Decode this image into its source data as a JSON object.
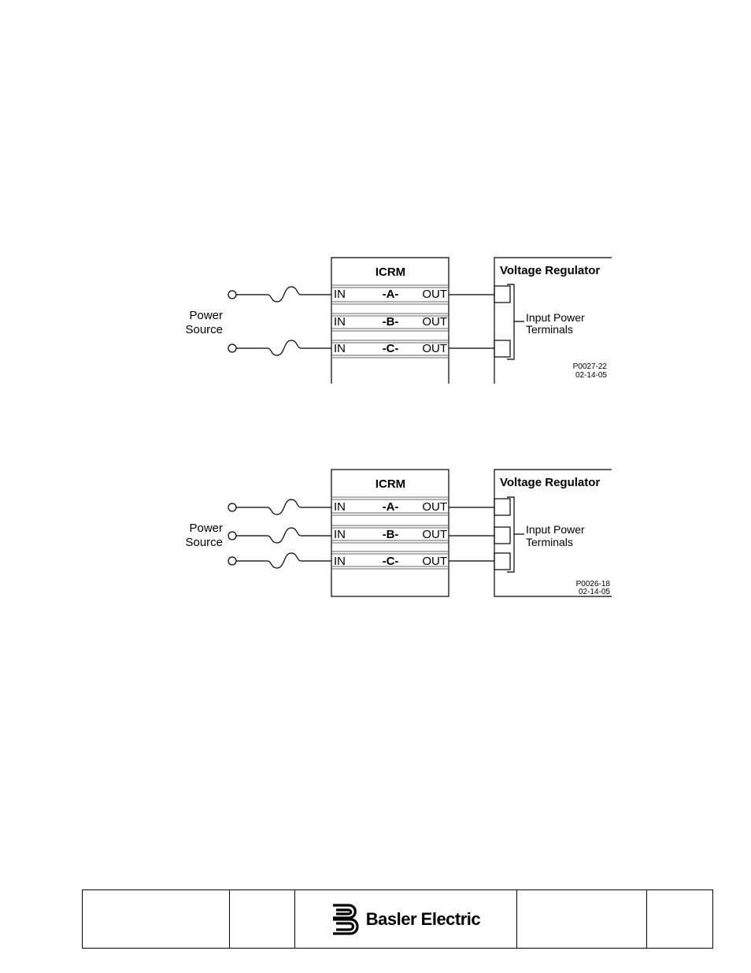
{
  "diagrams": [
    {
      "id": "p0027",
      "icrm_title": "ICRM",
      "vr_title": "Voltage Regulator",
      "source_label": [
        "Power",
        "Source"
      ],
      "terminals_label": [
        "Input Power",
        "Terminals"
      ],
      "rows": [
        {
          "in": "IN",
          "phase": "-A-",
          "out": "OUT"
        },
        {
          "in": "IN",
          "phase": "-B-",
          "out": "OUT"
        },
        {
          "in": "IN",
          "phase": "-C-",
          "out": "OUT"
        }
      ],
      "part_number": "P0027-22",
      "date": "02-14-05"
    },
    {
      "id": "p0026",
      "icrm_title": "ICRM",
      "vr_title": "Voltage Regulator",
      "source_label": [
        "Power",
        "Source"
      ],
      "terminals_label": [
        "Input Power",
        "Terminals"
      ],
      "rows": [
        {
          "in": "IN",
          "phase": "-A-",
          "out": "OUT"
        },
        {
          "in": "IN",
          "phase": "-B-",
          "out": "OUT"
        },
        {
          "in": "IN",
          "phase": "-C-",
          "out": "OUT"
        }
      ],
      "part_number": "P0026-18",
      "date": "02-14-05"
    }
  ],
  "footer": {
    "logo_text": "Basler Electric",
    "logo_icon": "basler-b-icon"
  }
}
